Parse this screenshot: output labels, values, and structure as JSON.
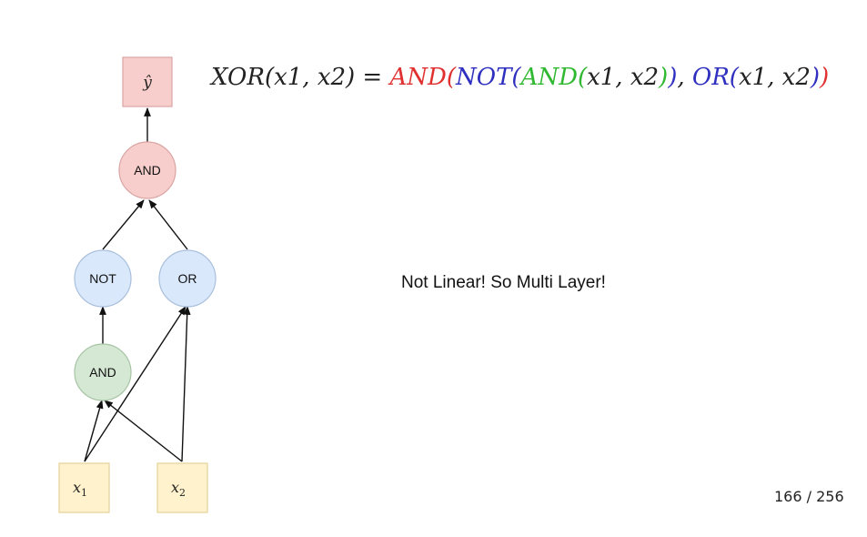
{
  "diagram": {
    "nodes": {
      "output": {
        "label": "ŷ",
        "fill": "#f8cecc",
        "stroke": "#d9a5a3"
      },
      "and_top": {
        "label": "AND",
        "fill": "#f8cecc",
        "stroke": "#d9a5a3"
      },
      "not": {
        "label": "NOT",
        "fill": "#dae8fc",
        "stroke": "#a9bfdc"
      },
      "or": {
        "label": "OR",
        "fill": "#dae8fc",
        "stroke": "#a9bfdc"
      },
      "and_bottom": {
        "label": "AND",
        "fill": "#d5e8d4",
        "stroke": "#a7c4a5"
      },
      "x1": {
        "label": "x",
        "sub": "1",
        "fill": "#fff2cc",
        "stroke": "#e3d39a"
      },
      "x2": {
        "label": "x",
        "sub": "2",
        "fill": "#fff2cc",
        "stroke": "#e3d39a"
      }
    }
  },
  "equation": {
    "lhs": "XOR(x1, x2) = ",
    "and_outer": "AND(",
    "not_open": "NOT(",
    "and_inner": "AND(",
    "inner_args": "x1, x2",
    "and_inner_close": ")",
    "not_close": ")",
    "comma": ", ",
    "or_open": "OR(",
    "or_args": "x1, x2",
    "or_close": ")",
    "and_outer_close": ")",
    "colors": {
      "red": "#e03030",
      "blue": "#3030c0",
      "green": "#30b830",
      "black": "#222222"
    }
  },
  "caption": "Not Linear! So Multi Layer!",
  "page_number": "166 / 256"
}
